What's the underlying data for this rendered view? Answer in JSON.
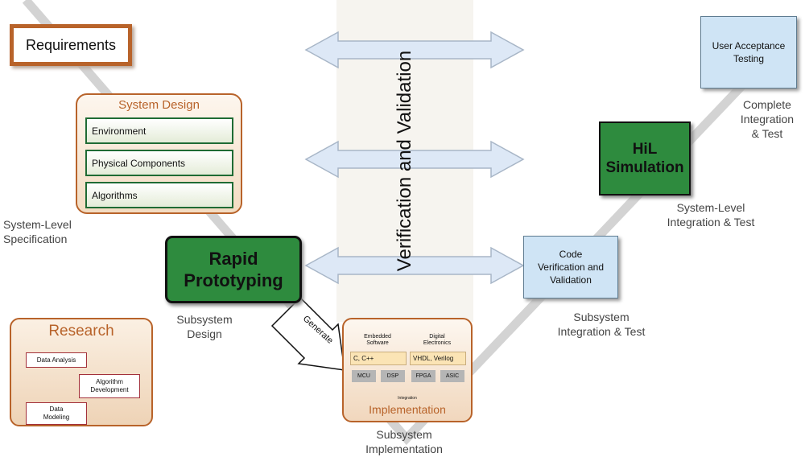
{
  "requirements": "Requirements",
  "system_design": {
    "title": "System Design",
    "items": [
      "Environment",
      "Physical Components",
      "Algorithms"
    ]
  },
  "labels": {
    "system_level_spec": [
      "System-Level",
      "Specification"
    ],
    "subsystem_design": [
      "Subsystem",
      "Design"
    ],
    "subsystem_impl": [
      "Subsystem",
      "Implementation"
    ],
    "subsystem_int_test": [
      "Subsystem",
      "Integration & Test"
    ],
    "system_int_test": [
      "System-Level",
      "Integration & Test"
    ],
    "complete_int_test": [
      "Complete",
      "Integration",
      "& Test"
    ]
  },
  "rapid_prototyping": [
    "Rapid",
    "Prototyping"
  ],
  "generate": "Generate",
  "research": {
    "title": "Research",
    "data_analysis": "Data Analysis",
    "algorithm_development": [
      "Algorithm",
      "Development"
    ],
    "data_modeling": [
      "Data",
      "Modeling"
    ]
  },
  "implementation": {
    "title": "Implementation",
    "embedded_software": [
      "Embedded",
      "Software"
    ],
    "digital_electronics": [
      "Digital",
      "Electronics"
    ],
    "c_cpp": "C, C++",
    "vhdl": "VHDL, Verilog",
    "chips": [
      "MCU",
      "DSP",
      "FPGA",
      "ASIC"
    ],
    "integration": "Integration"
  },
  "verification_validation": "Verification and Validation",
  "code_verification": [
    "Code",
    "Verification and",
    "Validation"
  ],
  "hil_simulation": [
    "HiL",
    "Simulation"
  ],
  "user_acceptance": [
    "User Acceptance",
    "Testing"
  ],
  "colors": {
    "accent_orange": "#b8632a",
    "green_box": "#2e8b3e",
    "blue_box": "#cfe4f5",
    "v_line": "#d3d3d3"
  }
}
